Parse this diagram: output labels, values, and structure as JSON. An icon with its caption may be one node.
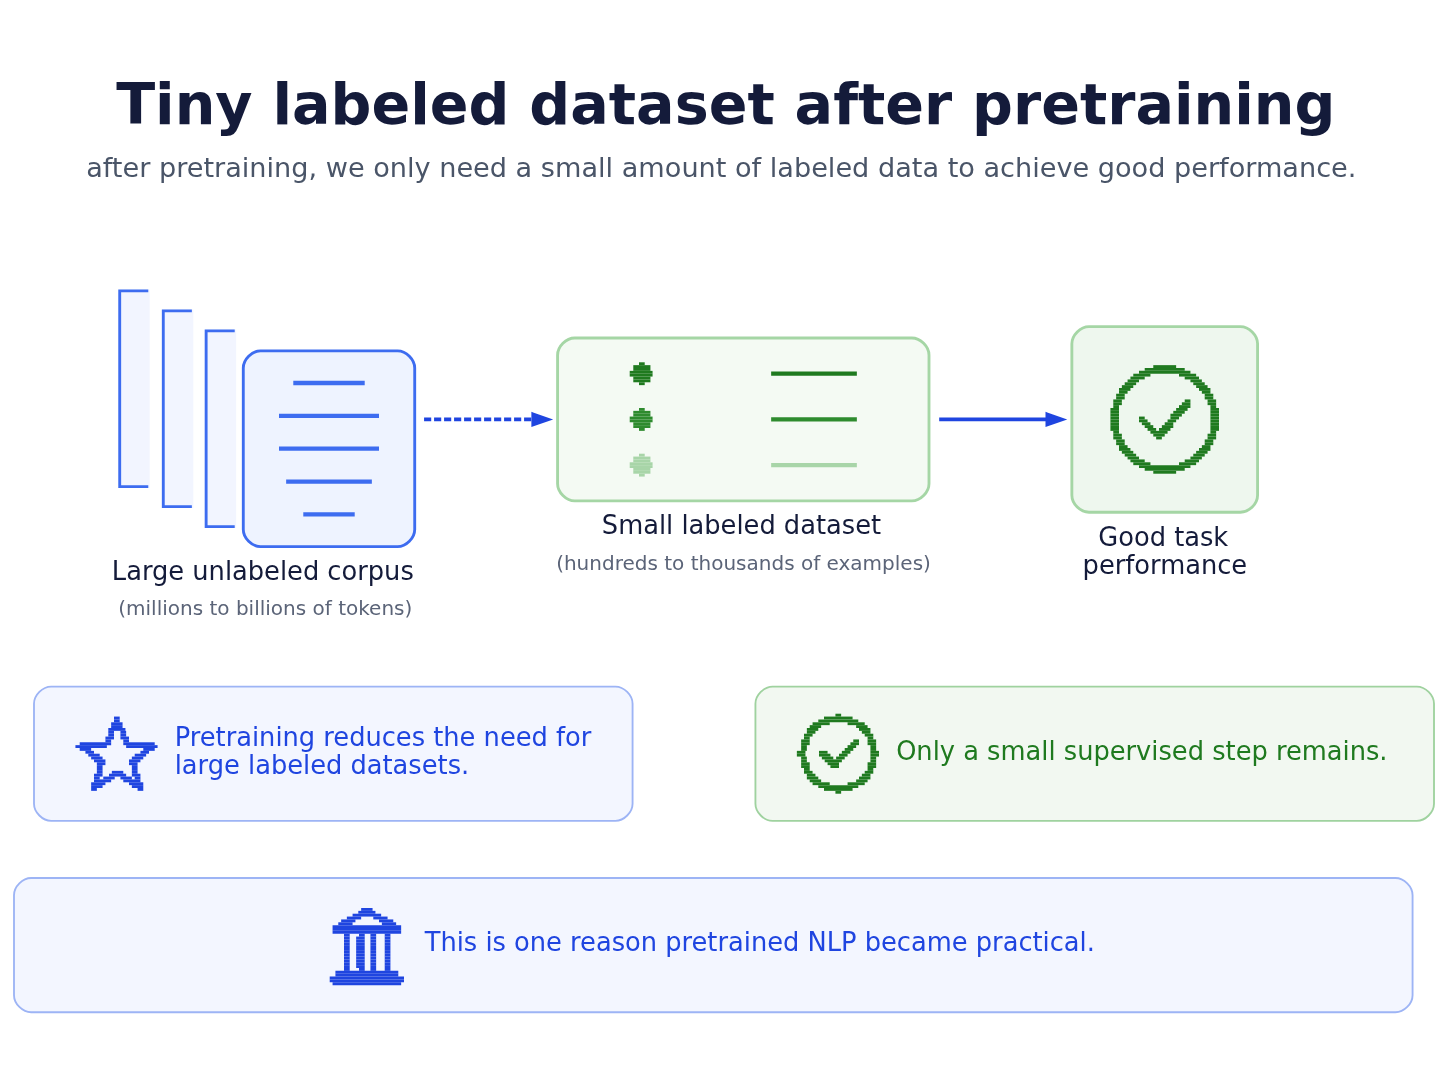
{
  "diagram": {
    "title": "Tiny labeled dataset after pretraining",
    "caption": "after pretraining, we only need a small amount of labeled data to achieve good performance.",
    "nodes": [
      {
        "text": [
          "Large unlabeled corpus",
          "(millions to billions of tokens)"
        ]
      },
      {
        "text": [
          "Small labeled dataset",
          "(hundreds to thousands of examples)"
        ]
      },
      {
        "text": [
          "Good task performance"
        ]
      },
      {
        "text": [
          "Pretraining reduces the need for large labeled datasets."
        ]
      },
      {
        "text": [
          "Only a small supervised step remains."
        ]
      },
      {
        "text": [
          "This is one reason pretrained NLP became practical."
        ]
      }
    ],
    "edges": [
      {
        "from": 0,
        "to": 1,
        "arrow": "to",
        "style": "dashed"
      },
      {
        "from": 1,
        "to": 2,
        "arrow": "to"
      }
    ]
  }
}
